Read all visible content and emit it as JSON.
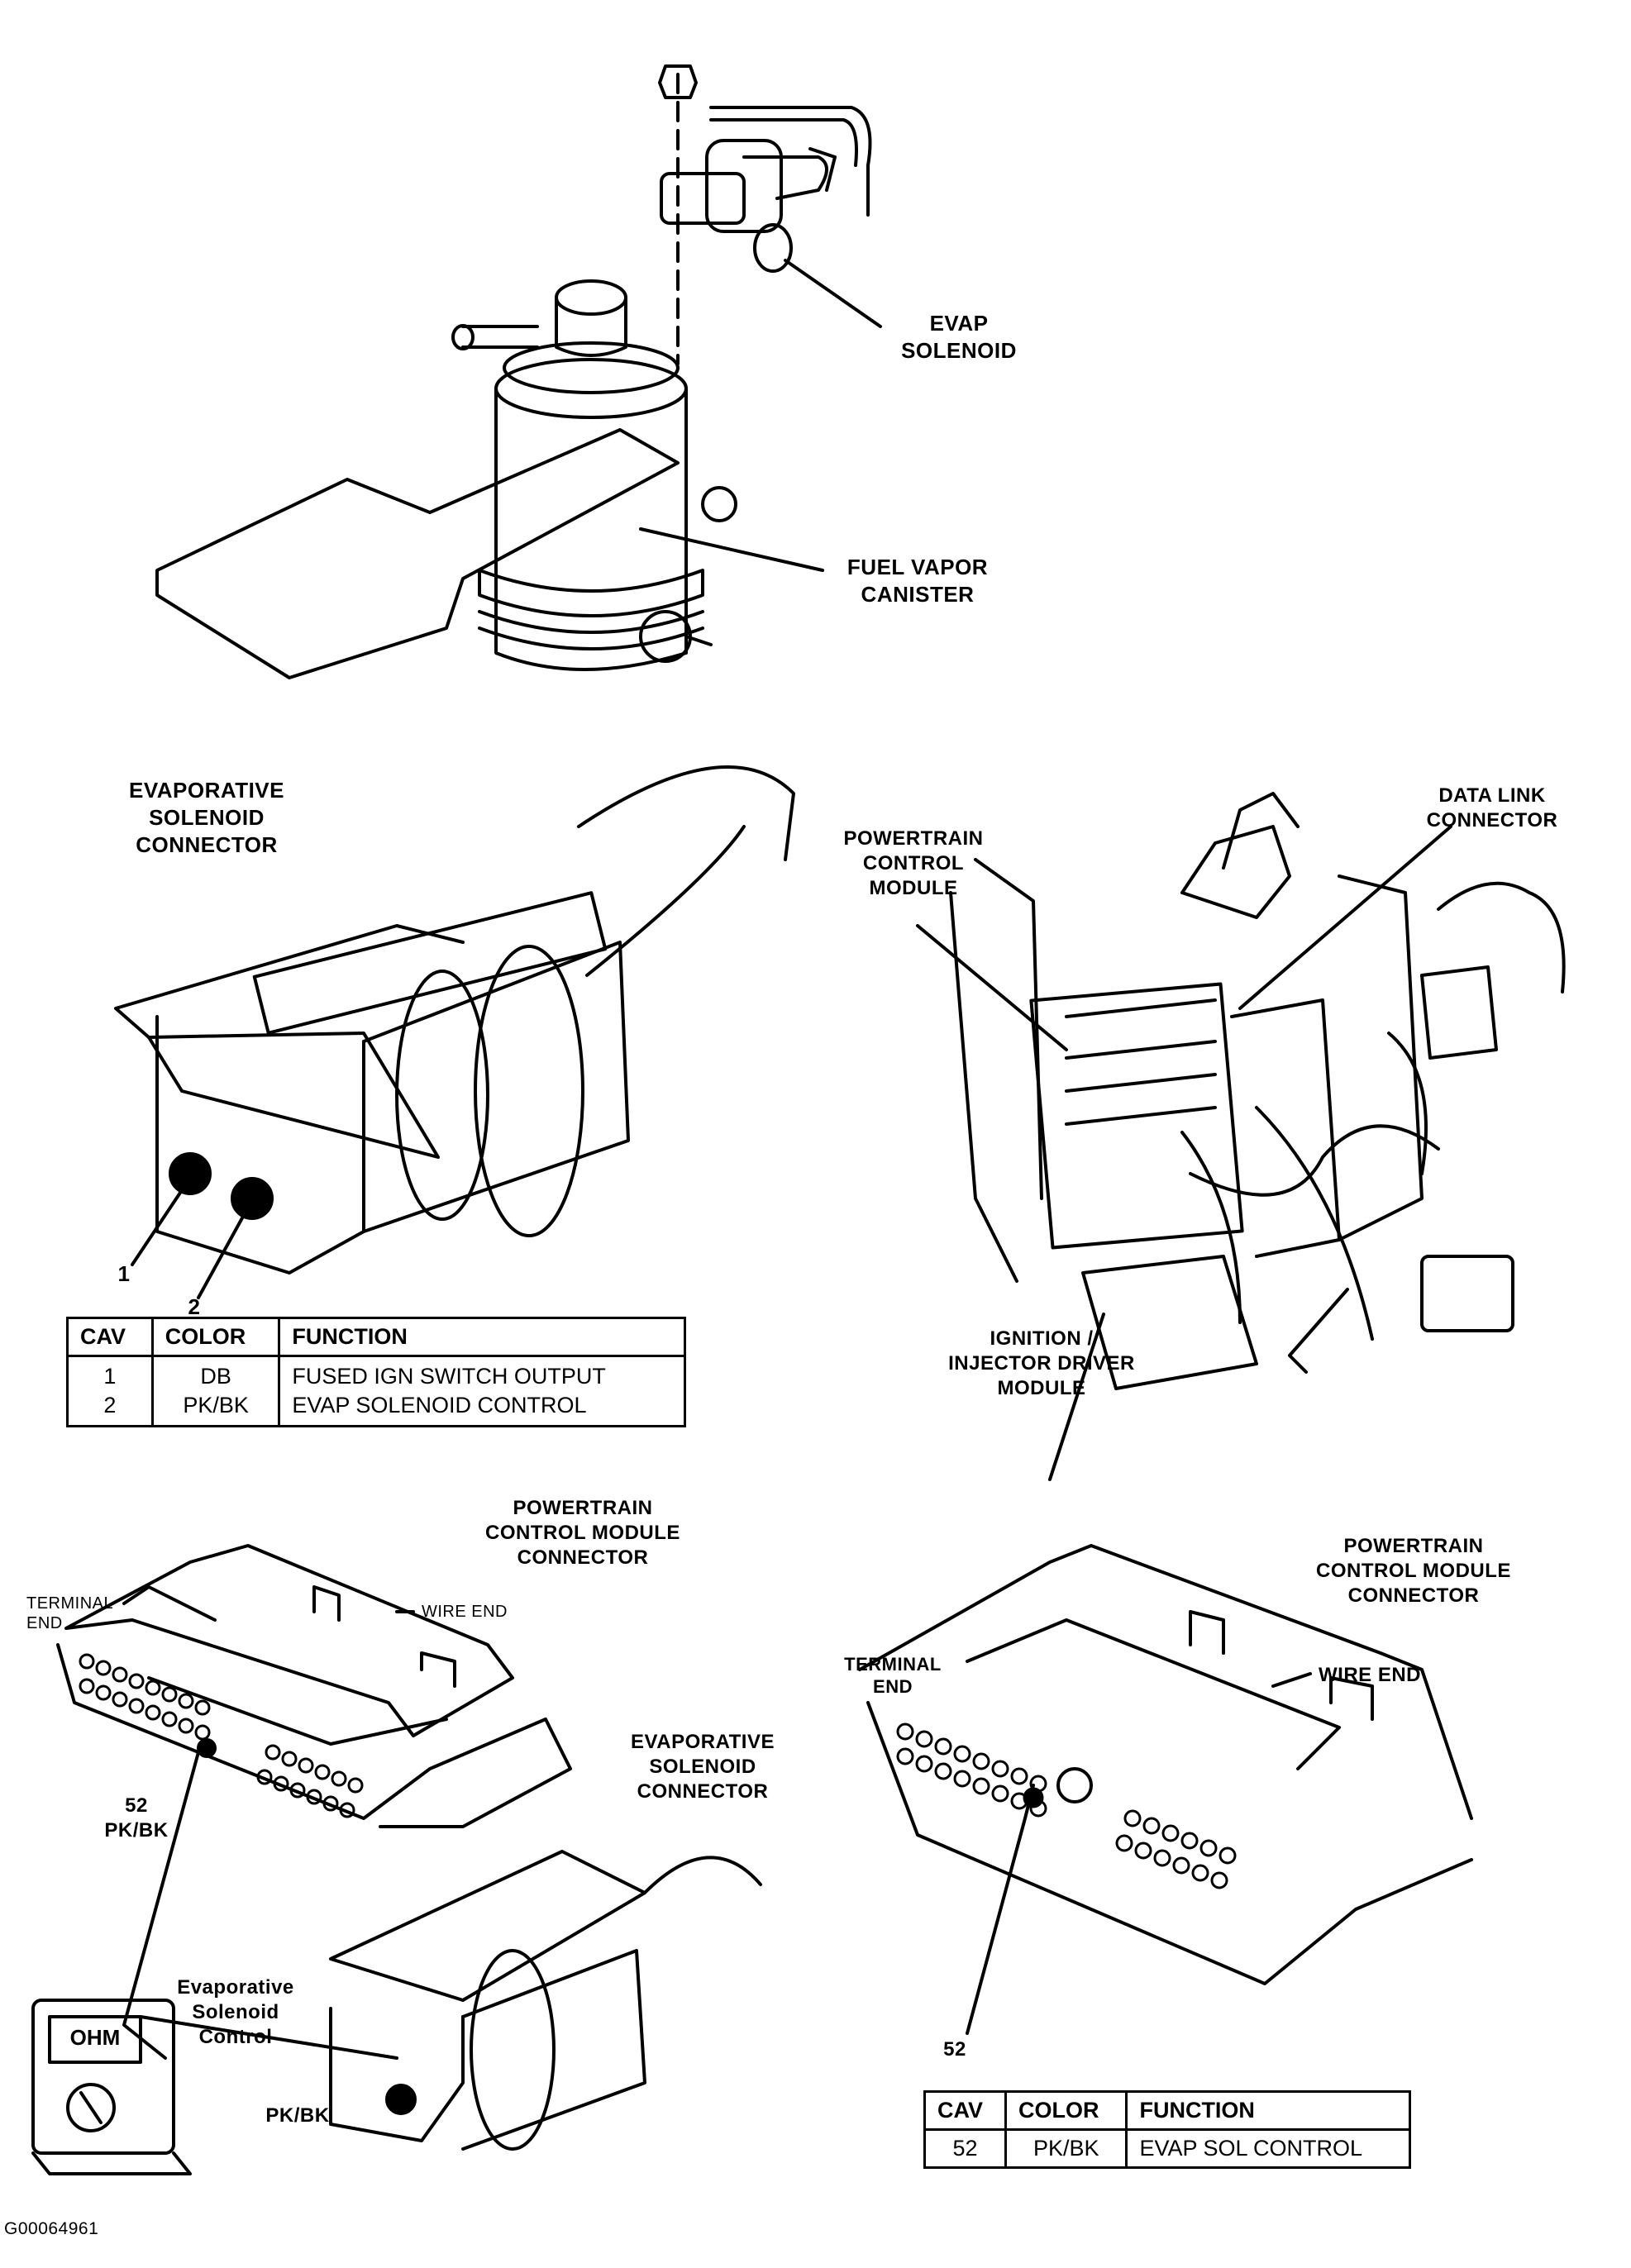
{
  "labels": {
    "evap_solenoid": "EVAP\nSOLENOID",
    "fuel_vapor_canister": "FUEL VAPOR\nCANISTER",
    "evap_solenoid_connector": "EVAPORATIVE\nSOLENOID\nCONNECTOR",
    "pin_1": "1",
    "pin_2": "2",
    "powertrain_control_module": "POWERTRAIN\nCONTROL\nMODULE",
    "data_link_connector": "DATA LINK\nCONNECTOR",
    "ignition_injector_driver_module": "IGNITION /\nINJECTOR DRIVER\nMODULE",
    "pcm_connector_left": "POWERTRAIN\nCONTROL MODULE\nCONNECTOR",
    "terminal_end_left": "TERMINAL\nEND",
    "wire_end_left": "WIRE END",
    "evap_connector_bottom": "EVAPORATIVE\nSOLENOID\nCONNECTOR",
    "pin_52_left": "52\nPK/BK",
    "evap_solenoid_control": "Evaporative\nSolenoid\nControl",
    "pk_bk_bottom": "PK/BK",
    "ohm": "OHM",
    "pcm_connector_right": "POWERTRAIN\nCONTROL MODULE\nCONNECTOR",
    "terminal_end_right": "TERMINAL\nEND",
    "wire_end_right": "WIRE  END",
    "pin_52_right": "52",
    "figure_id": "G00064961"
  },
  "table_evap": {
    "headers": [
      "CAV",
      "COLOR",
      "FUNCTION"
    ],
    "rows": [
      [
        "1",
        "DB",
        "FUSED IGN SWITCH OUTPUT"
      ],
      [
        "2",
        "PK/BK",
        "EVAP SOLENOID CONTROL"
      ]
    ]
  },
  "table_pcm": {
    "headers": [
      "CAV",
      "COLOR",
      "FUNCTION"
    ],
    "rows": [
      [
        "52",
        "PK/BK",
        "EVAP SOL CONTROL"
      ]
    ]
  }
}
